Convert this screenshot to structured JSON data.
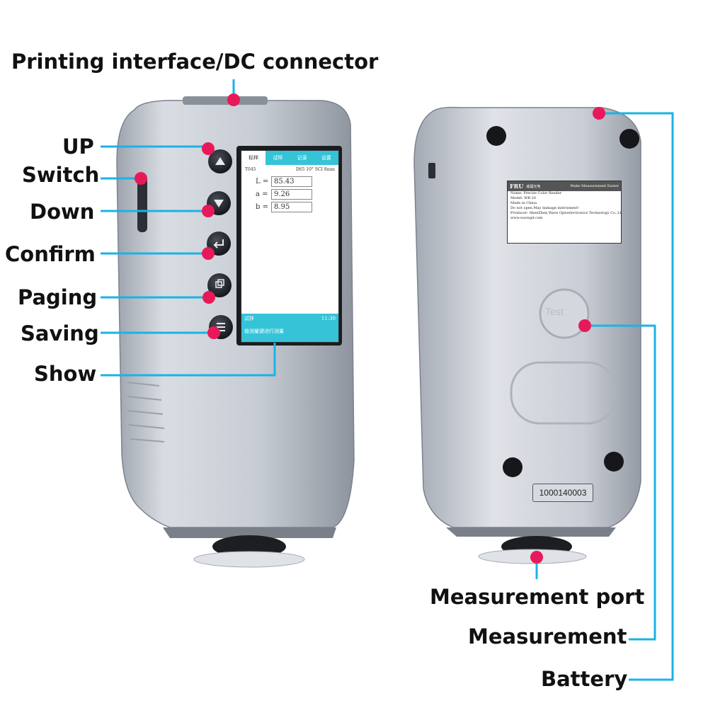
{
  "labels": {
    "printing": "Printing interface/DC connector",
    "up": "UP",
    "switch": "Switch",
    "down": "Down",
    "confirm": "Confirm",
    "paging": "Paging",
    "saving": "Saving",
    "show": "Show",
    "measurement_port": "Measurement port",
    "measurement": "Measurement",
    "battery": "Battery"
  },
  "screen": {
    "tabs": [
      "标样",
      "试样",
      "记录",
      "设置"
    ],
    "sample_id": "T045",
    "conditions": "D65 10° SCI 8mm",
    "L_label": "L =",
    "L_value": "85.43",
    "a_label": "a =",
    "a_value": "9.26",
    "b_label": "b =",
    "b_value": "8.95",
    "footer_sample": "试样",
    "footer_time": "11:30",
    "footer_hint": "按测量键进行测量"
  },
  "back": {
    "brand": "FRU",
    "brand_cn": "威福光电",
    "slogan": "Make Measurement Easier",
    "lines": [
      "Name: Precise Color Reader",
      "Model: WR-10",
      "Made in China",
      "Do not open.May damage instrument!",
      "Producer: ShenZhen Wave Optoelectronics Technology Co.,Ltd.",
      "www.wavegd.com"
    ],
    "test_button": "Test",
    "serial": "1000140003"
  },
  "colors": {
    "pointer_dot": "#e8195a",
    "pointer_line": "#1ab3e6",
    "screen_accent": "#35c3d8",
    "device_body": "#c9ced6"
  }
}
